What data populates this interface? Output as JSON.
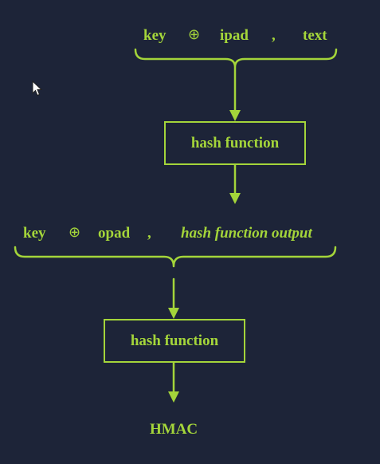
{
  "colors": {
    "background": "#1d2438",
    "accent": "#a4d53a"
  },
  "input1": {
    "key": "key",
    "xor": "⊕",
    "pad": "ipad",
    "comma": ",",
    "msg": "text"
  },
  "box1": {
    "label": "hash function"
  },
  "input2": {
    "key": "key",
    "xor": "⊕",
    "pad": "opad",
    "comma": ",",
    "msg": "hash function output"
  },
  "box2": {
    "label": "hash function"
  },
  "output": {
    "label": "HMAC"
  },
  "icons": {
    "cursor": "mouse-pointer-icon",
    "xor": "circled-plus-icon"
  }
}
